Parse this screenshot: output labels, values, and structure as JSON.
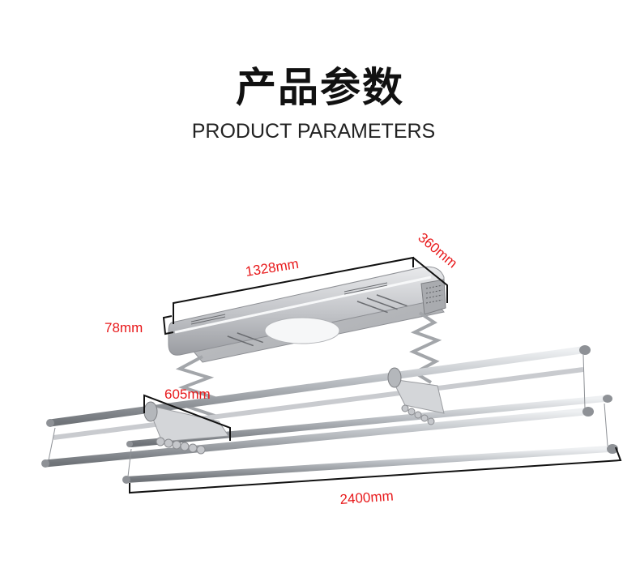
{
  "header": {
    "title_cn": "产品参数",
    "title_en": "PRODUCT PARAMETERS"
  },
  "product": {
    "type": "electric-clothes-drying-rack",
    "dimensions": {
      "body_length": "1328mm",
      "body_depth": "360mm",
      "body_height": "78mm",
      "bracket_width": "605mm",
      "rod_length": "2400mm"
    }
  },
  "colors": {
    "dimension_text": "#e8191b",
    "dimension_line": "#111111",
    "metal": "#b9bcc1"
  }
}
